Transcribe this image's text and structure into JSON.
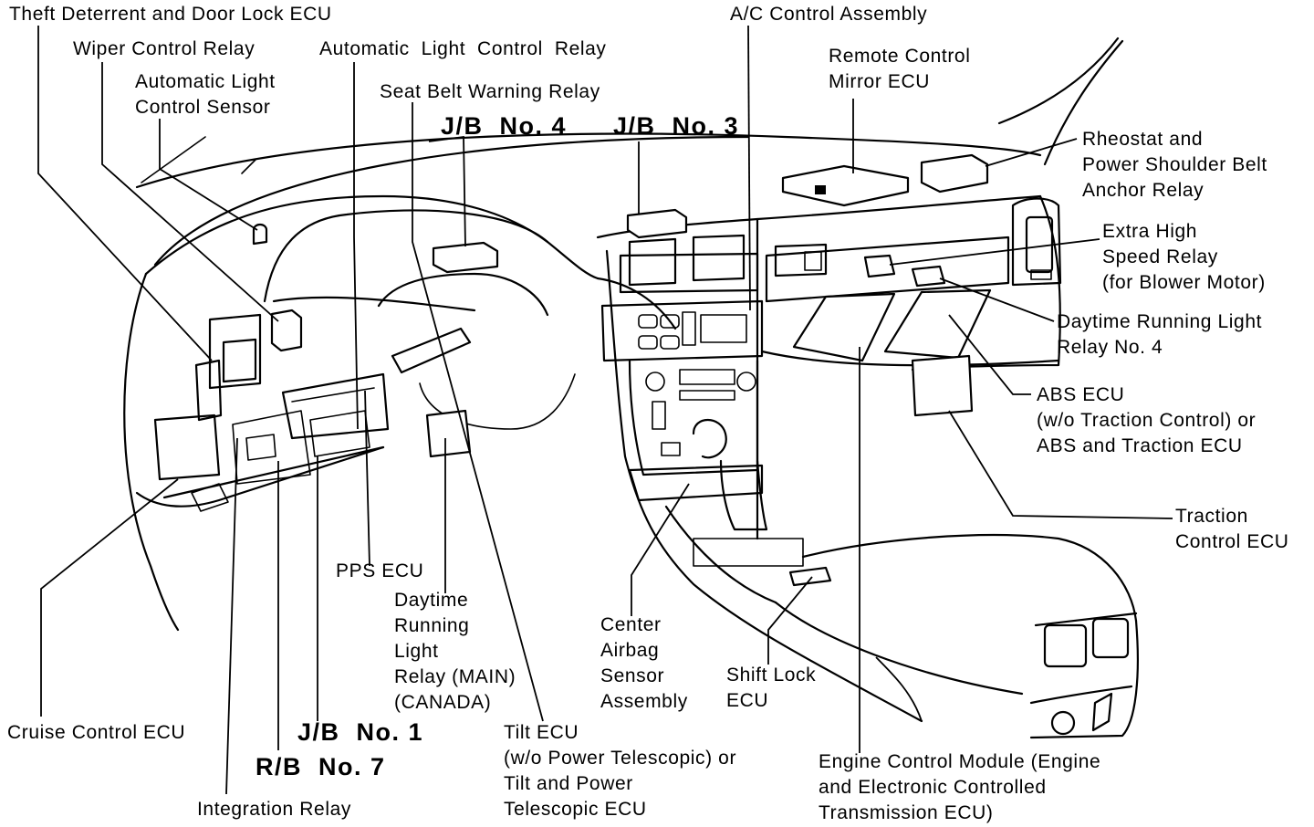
{
  "labels": {
    "theft_deterrent": "Theft Deterrent and Door Lock ECU",
    "wiper_relay": "Wiper Control Relay",
    "auto_light_sensor": "Automatic Light\nControl Sensor",
    "auto_light_relay": "Automatic  Light  Control  Relay",
    "seat_belt_relay": "Seat Belt Warning Relay",
    "jb4": "J/B  No. 4",
    "jb3": "J/B  No. 3",
    "ac_control": "A/C Control Assembly",
    "mirror_ecu": "Remote Control\nMirror ECU",
    "rheostat": "Rheostat and\nPower Shoulder Belt\nAnchor Relay",
    "extra_high": "Extra High\nSpeed Relay\n(for Blower Motor)",
    "drl4": "Daytime Running Light\nRelay No. 4",
    "abs_ecu": "ABS ECU\n(w/o Traction Control) or\nABS and Traction ECU",
    "traction_ecu": "Traction\nControl ECU",
    "pps_ecu": "PPS ECU",
    "drl_main": "Daytime\nRunning\nLight\nRelay (MAIN)\n(CANADA)",
    "airbag_sensor": "Center\nAirbag\nSensor\nAssembly",
    "shift_lock": "Shift Lock\nECU",
    "cruise_ecu": "Cruise Control ECU",
    "jb1": "J/B  No. 1",
    "rb7": "R/B  No. 7",
    "tilt_ecu": "Tilt ECU\n(w/o Power Telescopic) or\nTilt and Power\nTelescopic ECU",
    "integration_relay": "Integration Relay",
    "engine_ecm": "Engine Control Module (Engine\nand Electronic Controlled\nTransmission ECU)"
  }
}
